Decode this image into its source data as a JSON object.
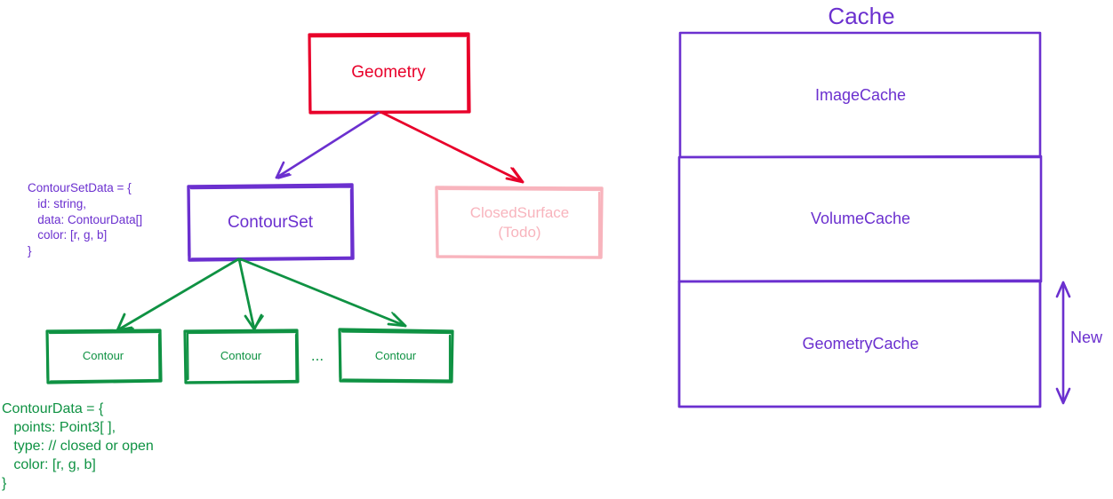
{
  "diagram": {
    "title_right": "Cache",
    "colors": {
      "red": "#e8002a",
      "purple": "#6b30cf",
      "green": "#0f9243",
      "pink": "#f8b4bd",
      "background": "#ffffff"
    }
  },
  "hierarchy": {
    "root": {
      "label": "Geometry"
    },
    "children": [
      {
        "label": "ContourSet"
      },
      {
        "label": "ClosedSurface\n(Todo)"
      }
    ],
    "leaves": [
      {
        "label": "Contour"
      },
      {
        "label": "Contour"
      },
      {
        "label": "Contour"
      }
    ],
    "ellipsis": "..."
  },
  "annotations": {
    "contour_set_data": "ContourSetData = {\n   id: string,\n   data: ContourData[]\n   color: [r, g, b]\n}",
    "contour_data": "ContourData = {\n   points: Point3[ ],\n   type: // closed or open\n   color: [r, g, b]\n}"
  },
  "cache": {
    "title": "Cache",
    "rows": [
      {
        "label": "ImageCache"
      },
      {
        "label": "VolumeCache"
      },
      {
        "label": "GeometryCache"
      }
    ],
    "marker": {
      "label": "New"
    }
  }
}
